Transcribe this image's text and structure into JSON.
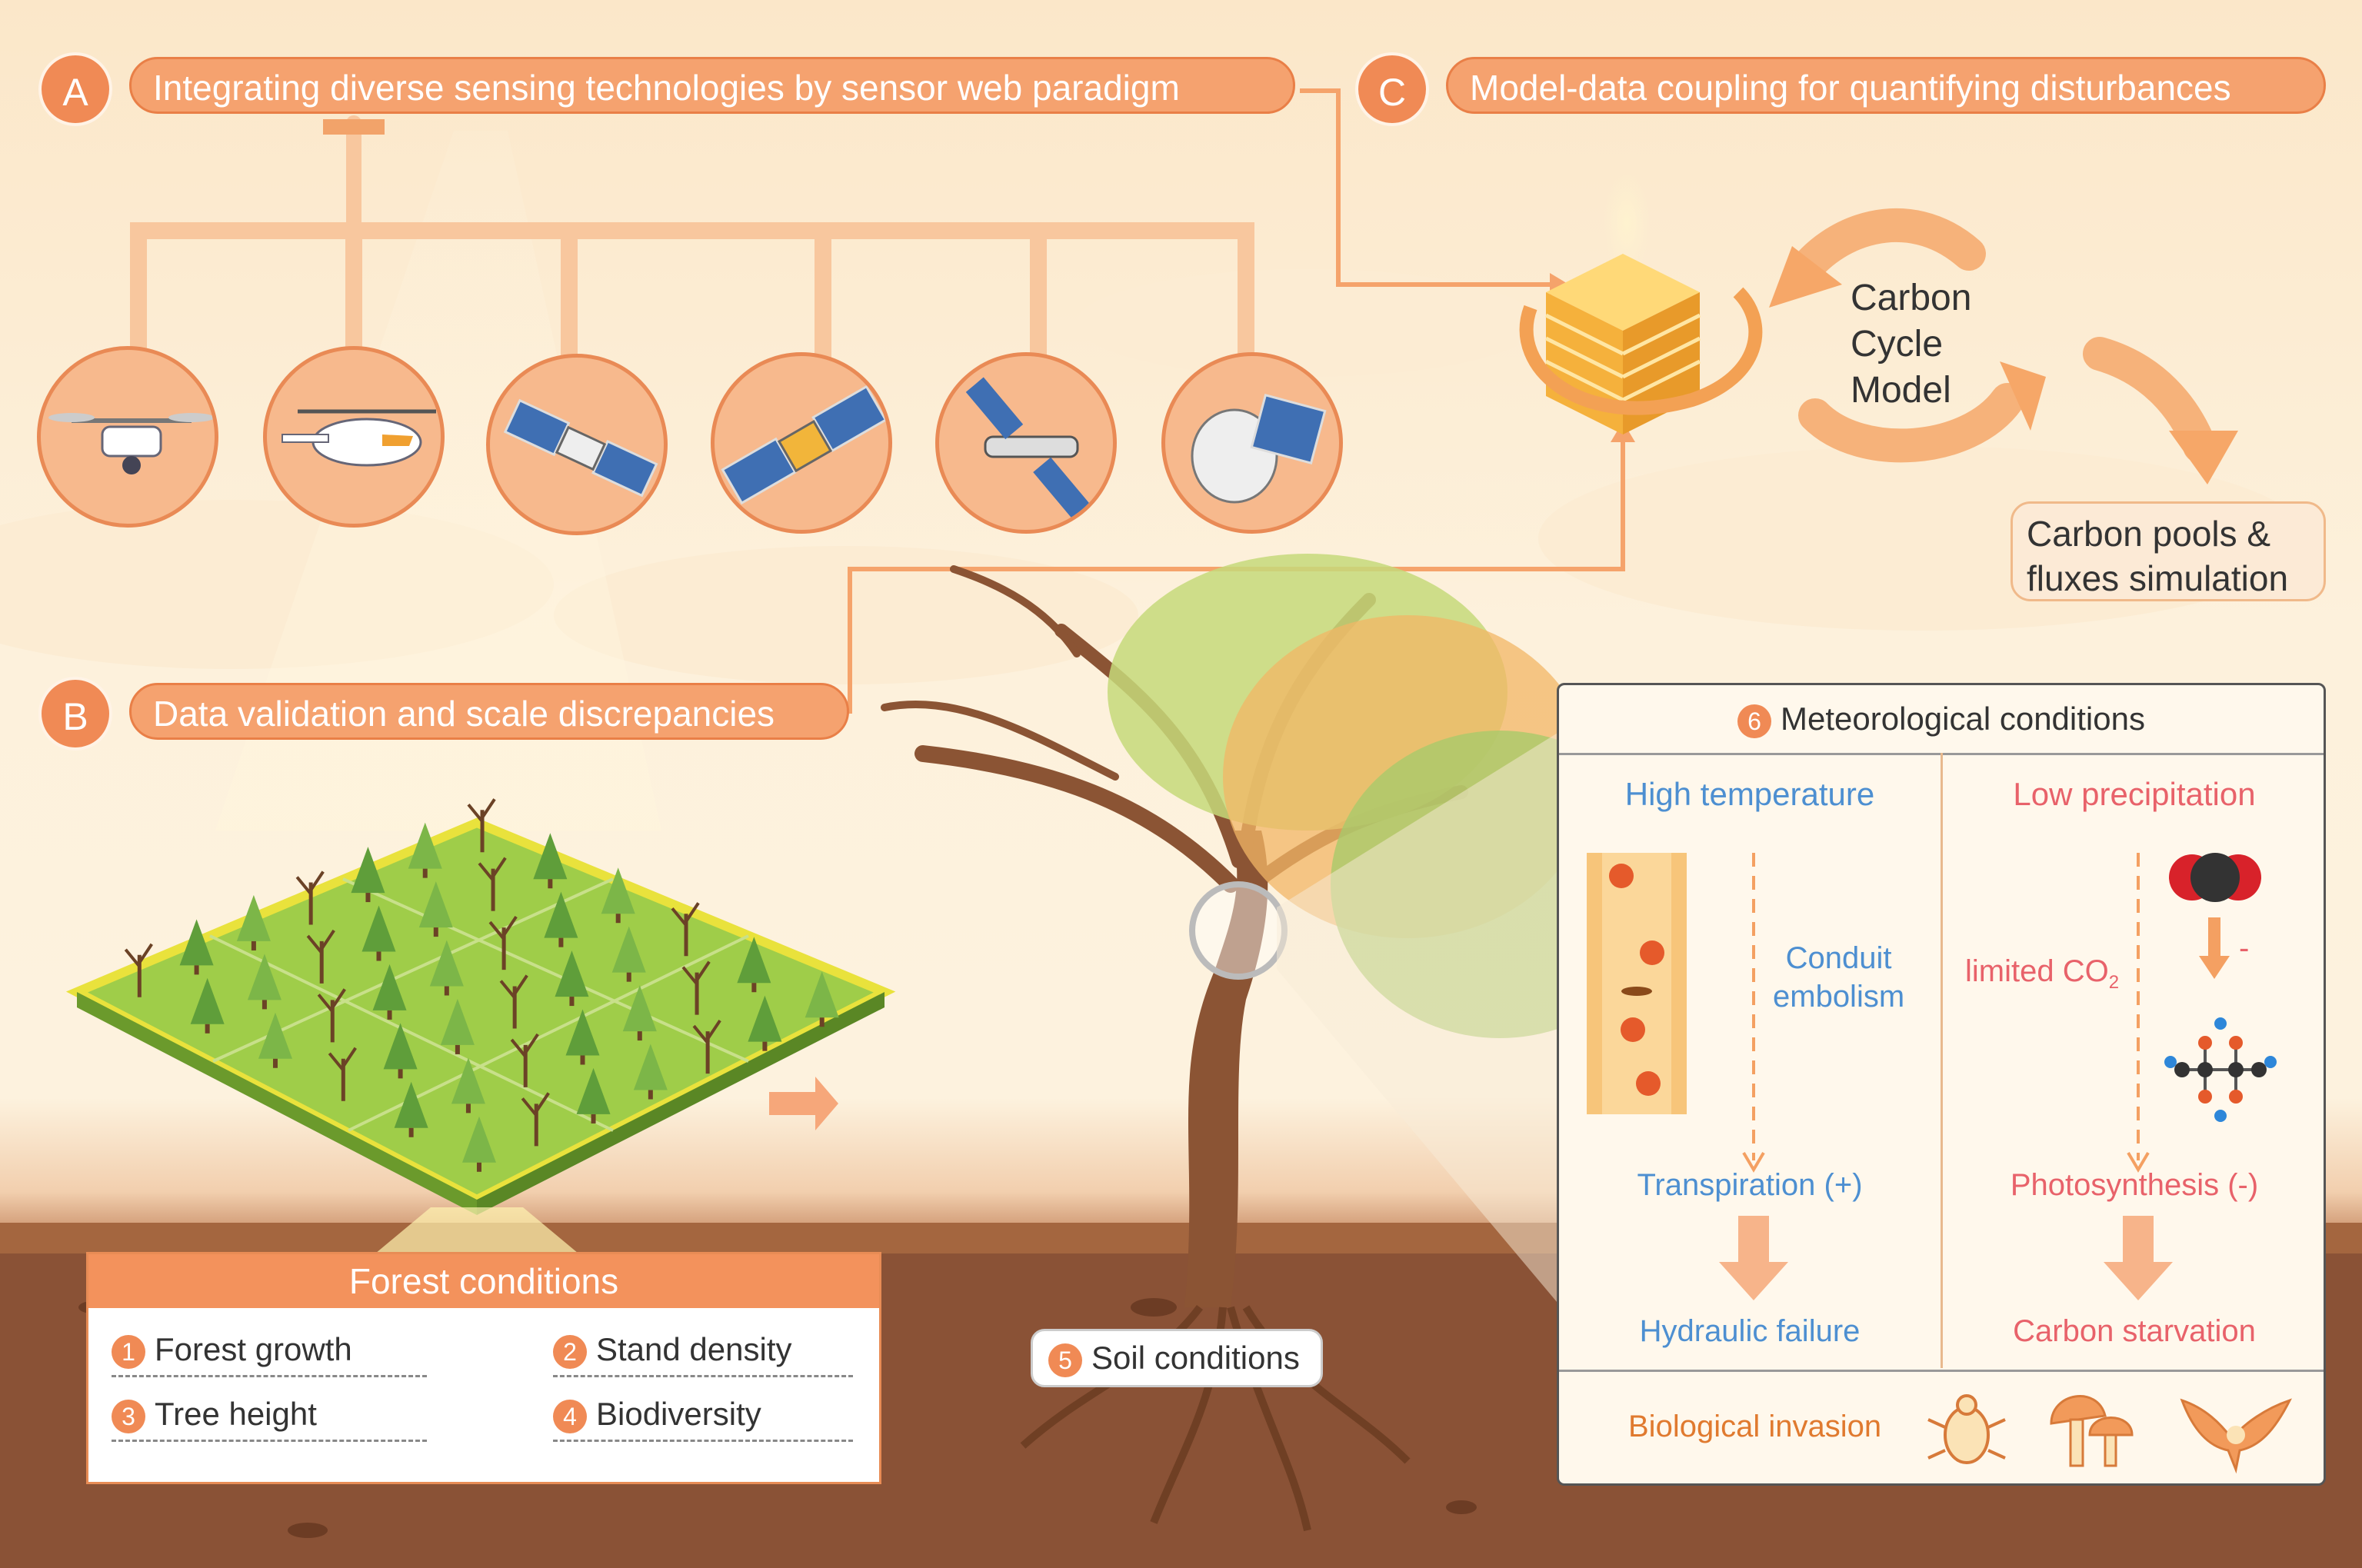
{
  "panels": {
    "a": {
      "badge": "A",
      "title": "Integrating diverse sensing technologies by sensor web paradigm"
    },
    "b": {
      "badge": "B",
      "title": "Data validation and scale discrepancies"
    },
    "c": {
      "badge": "C",
      "title": "Model-data coupling for quantifying disturbances"
    }
  },
  "sensors": [
    {
      "icon": "drone-icon"
    },
    {
      "icon": "helicopter-icon"
    },
    {
      "icon": "satellite-icon"
    },
    {
      "icon": "satellite-solar-panel-icon"
    },
    {
      "icon": "space-station-icon"
    },
    {
      "icon": "radar-satellite-icon"
    }
  ],
  "model": {
    "label_lines": [
      "Carbon",
      "Cycle",
      "Model"
    ],
    "output_lines": [
      "Carbon pools &",
      "fluxes simulation"
    ]
  },
  "forest_conditions": {
    "title": "Forest conditions",
    "items": [
      {
        "num": "1",
        "label": "Forest growth"
      },
      {
        "num": "2",
        "label": "Stand density"
      },
      {
        "num": "3",
        "label": "Tree height"
      },
      {
        "num": "4",
        "label": "Biodiversity"
      }
    ]
  },
  "soil": {
    "num": "5",
    "label": "Soil conditions"
  },
  "meteorological": {
    "num": "6",
    "title": "Meteorological conditions",
    "left": {
      "heading": "High temperature",
      "mechanism_lines": [
        "Conduit",
        "embolism"
      ],
      "effect": "Transpiration (+)",
      "outcome": "Hydraulic failure"
    },
    "right": {
      "heading": "Low precipitation",
      "mechanism": "limited CO",
      "mechanism_sub": "2",
      "minus": "-",
      "effect": "Photosynthesis (-)",
      "outcome": "Carbon starvation"
    },
    "bottom": {
      "label": "Biological invasion",
      "icons": [
        "beetle-icon",
        "mushroom-icon",
        "bird-icon"
      ]
    }
  },
  "colors": {
    "accent": "#f08a55",
    "pill": "#f5a26f",
    "blue": "#4d8fd1",
    "red": "#e8626a",
    "soil": "#8a5236"
  }
}
